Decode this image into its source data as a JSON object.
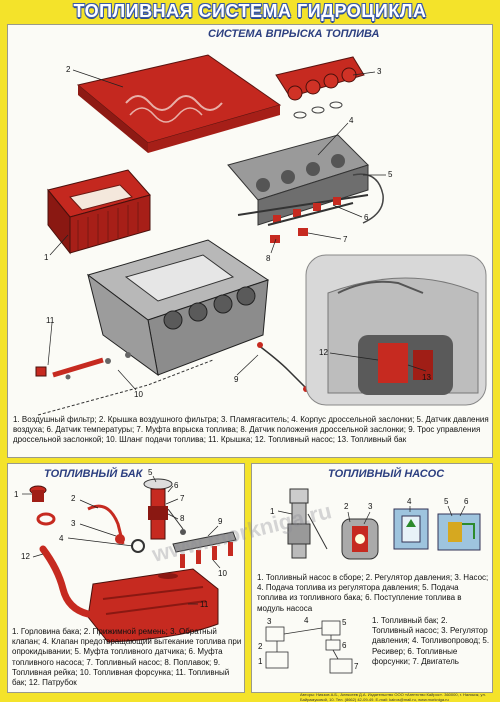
{
  "title": "ТОПЛИВНАЯ СИСТЕМА ГИДРОЦИКЛА",
  "main": {
    "heading": "СИСТЕМА ВПРЫСКА ТОПЛИВА",
    "caption": "1. Воздушный фильтр; 2. Крышка воздушного фильтра; 3. Пламягаситель; 4. Корпус дроссельной заслонки; 5. Датчик давления воздуха; 6. Датчик температуры; 7. Муфта впрыска топлива; 8. Датчик положения дроссельной заслонки; 9. Трос управления дроссельной заслонкой; 10. Шланг подачи топлива; 11. Крышка; 12. Топливный насос; 13. Топливный бак",
    "labels": [
      "1",
      "2",
      "3",
      "4",
      "5",
      "6",
      "7",
      "8",
      "9",
      "10",
      "11",
      "12",
      "13"
    ]
  },
  "tank": {
    "heading": "ТОПЛИВНЫЙ БАК",
    "caption": "1. Горловина бака; 2. Прижимной ремень; 3. Обратный клапан; 4. Клапан предотвращающий вытекание топлива при опрокидывании; 5. Муфта топливного датчика; 6. Муфта топливного насоса; 7. Топливный насос; 8. Поплавок; 9. Топливная рейка; 10. Топливная форсунка; 11. Топливный бак; 12. Патрубок",
    "labels": [
      "1",
      "2",
      "3",
      "4",
      "5",
      "6",
      "7",
      "8",
      "9",
      "10",
      "11",
      "12"
    ]
  },
  "pump": {
    "heading": "ТОПЛИВНЫЙ НАСОС",
    "caption": "1. Топливный насос в сборе; 2. Регулятор давления; 3. Насос; 4. Подача топлива из регулятора давления; 5. Подача топлива из топливного бака; 6. Поступление топлива в модуль насоса",
    "labels": [
      "1",
      "2",
      "3",
      "4",
      "5",
      "6"
    ],
    "caption2": "1. Топливный бак; 2. Топливный насос; 3. Регулятор давления; 4. Топливопровод; 5. Ресивер; 6. Топливные форсунки; 7. Двигатель",
    "scheme_labels": [
      "3",
      "4",
      "5",
      "2",
      "6",
      "1",
      "7"
    ]
  },
  "watermark": "www.morkniga.ru",
  "footer": "Авторы: Ниязов А.Б., Алексеев Д.А. Издательство ООО «Агентство Кайрос». 360000, г. Нальчик, ул. Байрамуковой, 10. Тел. (8662) 42-09-49. E-mail: kairos@mail.ru, www.morkniga.ru"
}
